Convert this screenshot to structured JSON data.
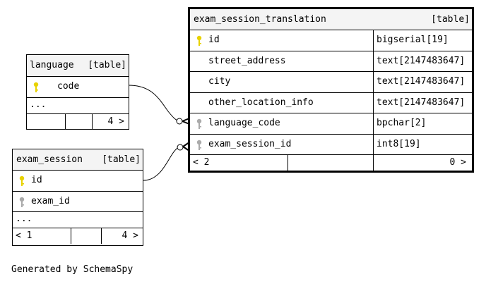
{
  "tables": {
    "translation": {
      "name": "exam_session_translation",
      "kind": "[table]",
      "columns": [
        {
          "name": "id",
          "type": "bigserial[19]",
          "key": "primary"
        },
        {
          "name": "street_address",
          "type": "text[2147483647]",
          "key": "none"
        },
        {
          "name": "city",
          "type": "text[2147483647]",
          "key": "none"
        },
        {
          "name": "other_location_info",
          "type": "text[2147483647]",
          "key": "none"
        },
        {
          "name": "language_code",
          "type": "bpchar[2]",
          "key": "foreign"
        },
        {
          "name": "exam_session_id",
          "type": "int8[19]",
          "key": "foreign"
        }
      ],
      "footer": {
        "left": "< 2",
        "right": "0 >"
      }
    },
    "language": {
      "name": "language",
      "kind": "[table]",
      "columns": [
        {
          "name": "code",
          "key": "primary"
        }
      ],
      "more": "...",
      "footer": {
        "right": "4 >"
      }
    },
    "exam_session": {
      "name": "exam_session",
      "kind": "[table]",
      "columns": [
        {
          "name": "id",
          "key": "primary"
        },
        {
          "name": "exam_id",
          "key": "foreign"
        }
      ],
      "more": "...",
      "footer": {
        "left": "< 1",
        "right": "4 >"
      }
    }
  },
  "colors": {
    "primary_key": "#e8d200",
    "foreign_key": "#aaaaaa",
    "header_bg": "#f4f4f4"
  },
  "footer_note": "Generated by SchemaSpy"
}
